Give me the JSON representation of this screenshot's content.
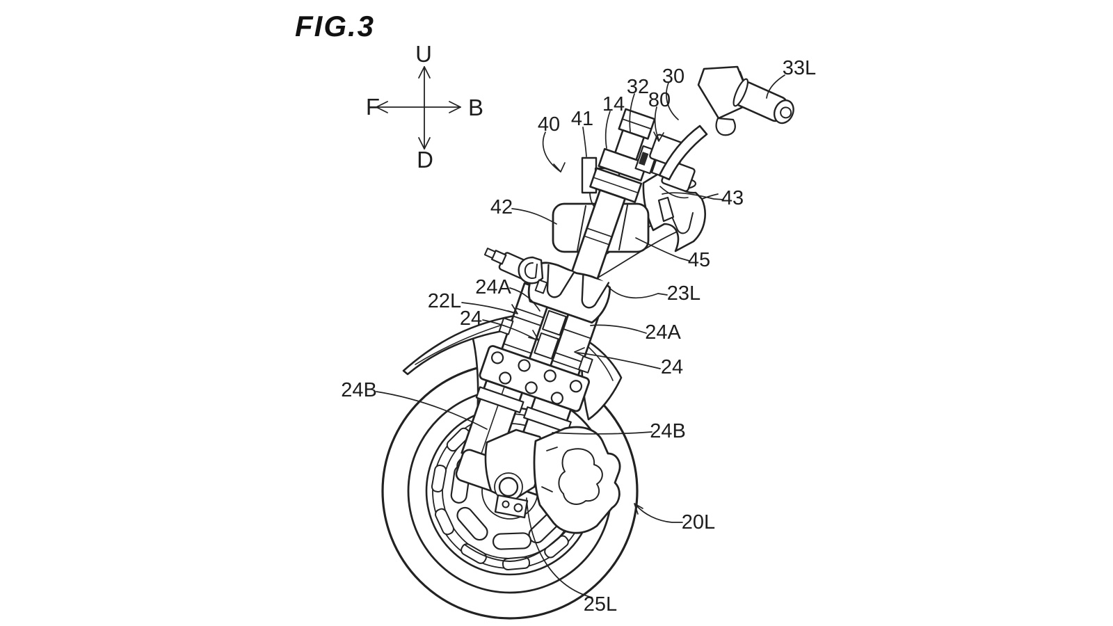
{
  "figure": {
    "title": "FIG.3"
  },
  "colors": {
    "ink": "#222222",
    "background": "#ffffff",
    "dark_detail": "#2a2a2a"
  },
  "compass": {
    "up": "U",
    "down": "D",
    "front": "F",
    "back": "B"
  },
  "reference_labels": [
    {
      "id": "33L",
      "text": "33L",
      "arrow": false
    },
    {
      "id": "30",
      "text": "30",
      "arrow": false
    },
    {
      "id": "32",
      "text": "32",
      "arrow": false
    },
    {
      "id": "80",
      "text": "80",
      "arrow": true
    },
    {
      "id": "14",
      "text": "14",
      "arrow": false
    },
    {
      "id": "41",
      "text": "41",
      "arrow": false
    },
    {
      "id": "40",
      "text": "40",
      "arrow": true
    },
    {
      "id": "43",
      "text": "43",
      "arrow": false
    },
    {
      "id": "42",
      "text": "42",
      "arrow": false
    },
    {
      "id": "45",
      "text": "45",
      "arrow": false
    },
    {
      "id": "24A-upper",
      "text": "24A",
      "arrow": false
    },
    {
      "id": "23L",
      "text": "23L",
      "arrow": false
    },
    {
      "id": "22L",
      "text": "22L",
      "arrow": true
    },
    {
      "id": "24-left",
      "text": "24",
      "arrow": true
    },
    {
      "id": "24A-right",
      "text": "24A",
      "arrow": false
    },
    {
      "id": "24-right",
      "text": "24",
      "arrow": true
    },
    {
      "id": "24B-left",
      "text": "24B",
      "arrow": false
    },
    {
      "id": "24B-right",
      "text": "24B",
      "arrow": false
    },
    {
      "id": "20L",
      "text": "20L",
      "arrow": true
    },
    {
      "id": "25L",
      "text": "25L",
      "arrow": false
    }
  ]
}
